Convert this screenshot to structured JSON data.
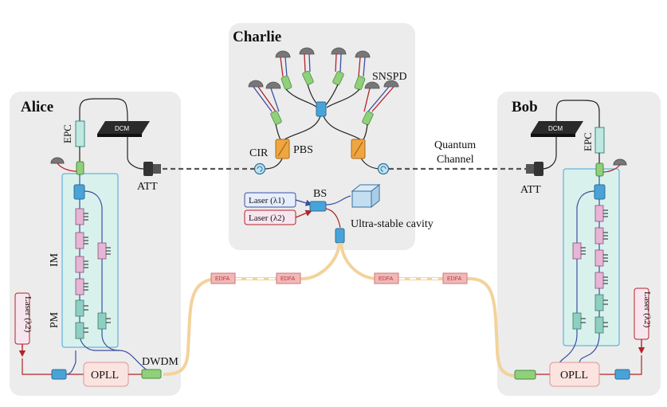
{
  "panels": {
    "alice": {
      "title": "Alice"
    },
    "bob": {
      "title": "Bob"
    },
    "charlie": {
      "title": "Charlie"
    }
  },
  "labels": {
    "snspd": "SNSPD",
    "pbs": "PBS",
    "cir": "CIR",
    "bs": "BS",
    "quantum_channel_line1": "Quantum",
    "quantum_channel_line2": "Channel",
    "ultra_stable_cavity": "Ultra-stable cavity",
    "att": "ATT",
    "dcm": "DCM",
    "epc": "EPC",
    "im": "IM",
    "pm": "PM",
    "opll": "OPLL",
    "dwdm": "DWDM",
    "edfa": "EDFA",
    "laser1": "Laser (λ1)",
    "laser2": "Laser (λ2)",
    "laser2_vertical": "Laser (λ2)"
  },
  "colors": {
    "panel_bg": "#ececec",
    "interferometer_bg": "#d9f1ec",
    "component_green": "#8fd07a",
    "pbs_orange": "#f0a640",
    "bs_blue": "#4aa3d8",
    "edfa_pink": "#f2b8b8",
    "fiber_link": "#f3d39a",
    "red_fiber": "#b2232a",
    "blue_fiber": "#3a4fa3"
  }
}
